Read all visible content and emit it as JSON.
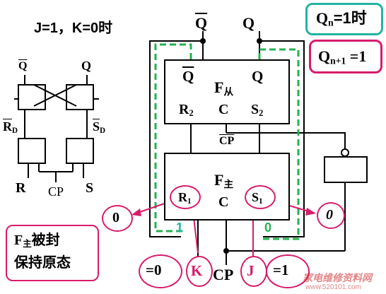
{
  "condition": "J=1，K=0时",
  "status_q": {
    "base": "Q",
    "sub": "n",
    "tail": "=1时"
  },
  "status_qn1": {
    "base": "Q",
    "sub": "n+1",
    "tail": " =1"
  },
  "top": {
    "q_bar": "Q",
    "q": "Q"
  },
  "slave": {
    "q_bar": "Q",
    "q": "Q",
    "name": "F",
    "name_sub": "从",
    "r": "R",
    "r_sub": "2",
    "c": "C",
    "s": "S",
    "s_sub": "2"
  },
  "cp_bar": "CP",
  "master": {
    "name": "F",
    "name_sub": "主",
    "r": "R",
    "r_sub": "1",
    "c": "C",
    "s": "S",
    "s_sub": "1"
  },
  "outputs": {
    "r1_val": "0",
    "s1_val": "0",
    "q_in": "1",
    "qbar_in": "0"
  },
  "inputs": {
    "k_val": "=0",
    "k": "K",
    "j": "J",
    "j_val": "=1",
    "cp": "CP"
  },
  "note": {
    "line1_base": "F",
    "line1_sub": "主",
    "line1_tail": "被封",
    "line2": "保持原态"
  },
  "mini": {
    "q_bar": "Q",
    "q": "Q",
    "rd": "R",
    "rd_sub": "D",
    "sd": "S",
    "sd_sub": "D",
    "r": "R",
    "cp": "CP",
    "s": "S"
  },
  "watermark": "家电维修资料网",
  "watermark_url": "www.520101.com",
  "colors": {
    "teal": "#23b3a0",
    "magenta": "#d81b6a",
    "green": "#24b24f",
    "black": "#000000"
  }
}
